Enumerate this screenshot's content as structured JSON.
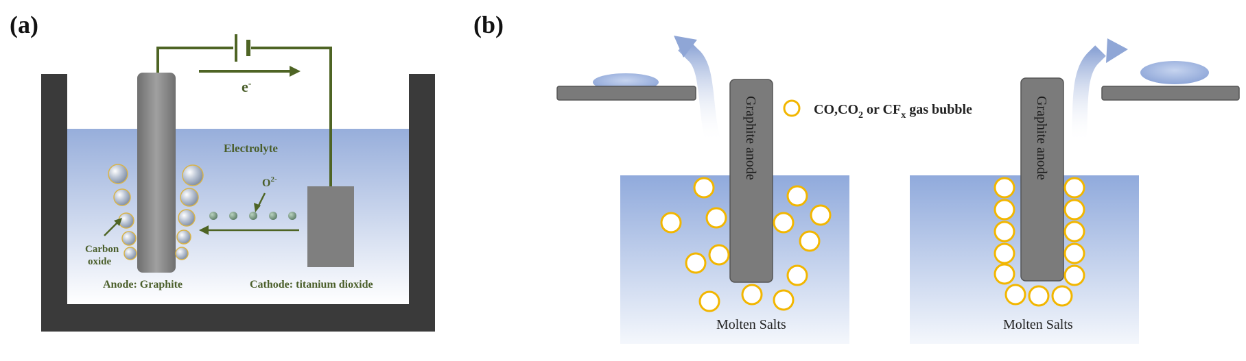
{
  "panel_a": {
    "label": "(a)",
    "electron": "e",
    "electron_sup": "-",
    "electrolyte": "Electrolyte",
    "ion": "O",
    "ion_sup": "2-",
    "carbon_oxide_line1": "Carbon",
    "carbon_oxide_line2": "oxide",
    "anode": "Anode: Graphite",
    "cathode": "Cathode: titanium dioxide"
  },
  "panel_b": {
    "label": "(b)",
    "anode_left": "Graphite anode",
    "anode_right": "Graphite anode",
    "legend_part1": "CO,CO",
    "legend_sub1": "2",
    "legend_part2": " or CF",
    "legend_sub2": "x",
    "legend_part3": "  gas bubble",
    "molten_left": "Molten Salts",
    "molten_right": "Molten Salts"
  },
  "colors": {
    "circuit_green": "#4e6424",
    "vessel": "#3a3a3a",
    "electrode": "#7f7f7f",
    "electrolyte_top": "#9bb3d9",
    "bubble_stroke": "#f2b600",
    "arrow_blue": "#8fa6d6"
  }
}
